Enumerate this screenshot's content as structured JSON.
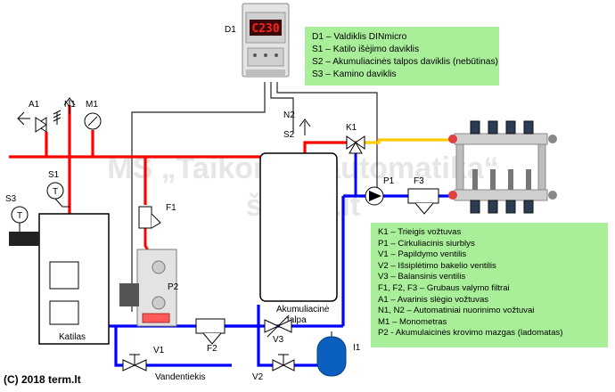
{
  "watermark": {
    "line1": "MS „Taikomoji automatika“",
    "line2": "šildau.lt"
  },
  "copyright": "(C) 2018 term.lt",
  "legend_top": [
    "D1 – Valdiklis DINmicro",
    "S1 – Katilo išėjimo daviklis",
    "S2 – Akumuliacinės talpos daviklis (nebūtinas)",
    "S3 – Kamino daviklis"
  ],
  "legend_bottom": [
    "K1 – Trieigis vožtuvas",
    "P1 – Cirkuliacinis siurblys",
    "V1 – Papildymo ventilis",
    "V2 – Išsiplėtimo bakelio ventilis",
    "V3 – Balansinis ventilis",
    "F1, F2, F3 – Grubaus valymo filtrai",
    "A1 – Avarinis slėgio vožtuvas",
    "N1, N2 – Automatiniai nuorinimo vožtuvai",
    "M1 – Monometras",
    "P2 - Akumulaicinės krovimo mazgas (ladomatas)"
  ],
  "labels": {
    "D1": "D1",
    "display": "C230",
    "A1": "A1",
    "N1": "N1",
    "M1": "M1",
    "N2": "N2",
    "S1": "S1",
    "S2": "S2",
    "S3": "S3",
    "K1": "K1",
    "P1": "P1",
    "F1": "F1",
    "F2": "F2",
    "F3": "F3",
    "P2": "P2",
    "V1": "V1",
    "V2": "V2",
    "V3": "V3",
    "I1": "I1",
    "boiler": "Katilas",
    "tank_line1": "Akumuliacinė",
    "tank_line2": "talpa",
    "water_supply": "Vandentiekis"
  },
  "colors": {
    "hot": "#ff0000",
    "cold": "#0000ff",
    "yellow": "#ffcc00",
    "legend_bg": "#a9ef9a",
    "display_red": "#ff2020",
    "expansion_vessel": "#0a5fbf"
  }
}
